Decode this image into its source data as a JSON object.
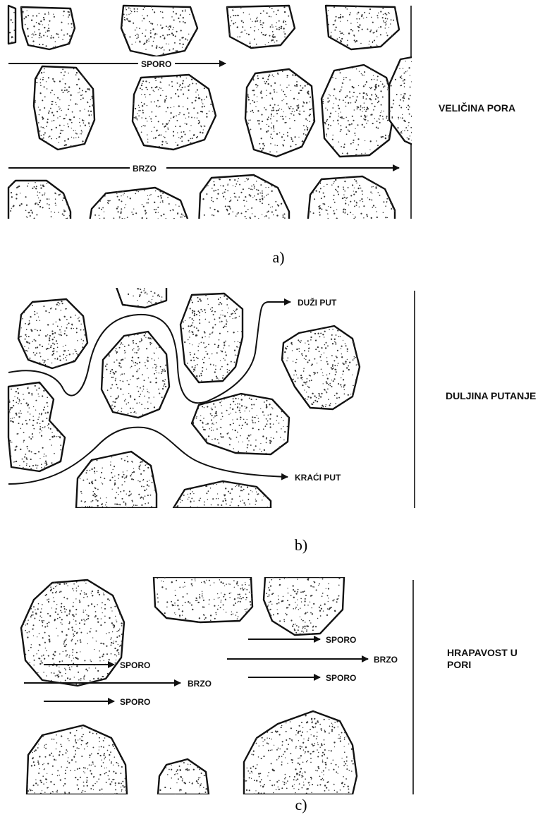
{
  "panels": [
    {
      "caption": "a)",
      "title": "VELIČINA PORA",
      "arrows": [
        "SPORO",
        "BRZO"
      ]
    },
    {
      "caption": "b)",
      "title": "DULJINA PUTANJE",
      "arrows": [
        "DUŽI PUT",
        "KRAĆI PUT"
      ]
    },
    {
      "caption": "c)",
      "title_lines": [
        "HRAPAVOST U",
        "PORI"
      ],
      "arrows": [
        "SPORO",
        "BRZO",
        "SPORO",
        "SPORO",
        "BRZO",
        "SPORO"
      ]
    }
  ]
}
